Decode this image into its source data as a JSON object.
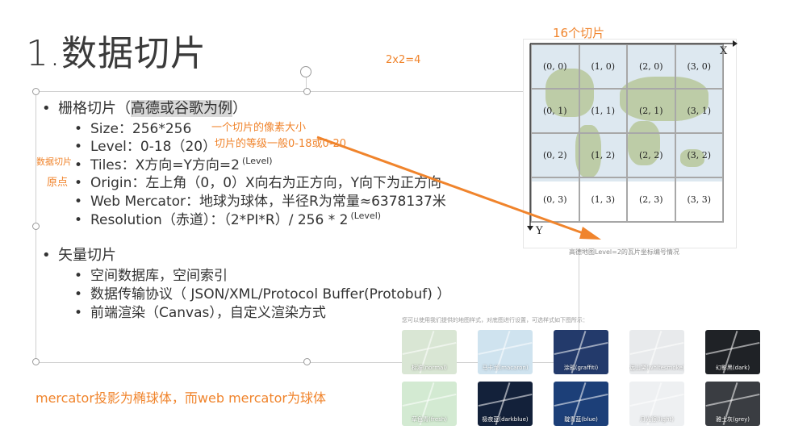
{
  "slide": {
    "title": "1.数据切片",
    "annotation_top": "2x2=4",
    "raster": {
      "heading_a": "栅格切片（",
      "heading_b": "高德或谷歌为例",
      "heading_c": "）",
      "size": "Size：256*256",
      "size_note": "一个切片的像素大小",
      "level": "Level：0-18（20）",
      "level_note": "切片的等级一般0-18或0-20",
      "tiles": "Tiles：X方向=Y方向=2",
      "tiles_sup": "(Level)",
      "tiles_side_note": "数据切片",
      "origin": "Origin：左上角（0，0）X向右为正方向，Y向下为正方向",
      "origin_side_note": "原点",
      "mercator": "Web Mercator：地球为球体，半径R为常量≈6378137米",
      "resolution": "Resolution（赤道）：（2*PI*R）/ 256 * 2",
      "resolution_sup": "(Level)"
    },
    "vector": {
      "heading": "矢量切片",
      "items": [
        "空间数据库，空间索引",
        "数据传输协议（ JSON/XML/Protocol Buffer(Protobuf) ）",
        "前端渲染（Canvas），自定义渲染方式"
      ]
    },
    "bottom_note": "mercator投影为椭球体，而web mercator为球体",
    "bullet_char": "•"
  },
  "tile_map": {
    "title": "16个切片",
    "x_label": "X",
    "y_label": "Y",
    "tiles": [
      [
        "(0, 0)",
        "(1, 0)",
        "(2, 0)",
        "(3, 0)"
      ],
      [
        "(0, 1)",
        "(1, 1)",
        "(2, 1)",
        "(3, 1)"
      ],
      [
        "(0, 2)",
        "(1, 2)",
        "(2, 2)",
        "(3, 2)"
      ],
      [
        "(0, 3)",
        "(1, 3)",
        "(2, 3)",
        "(3, 3)"
      ]
    ],
    "caption": "高德地图Level=2的瓦片坐标编号情况"
  },
  "map_styles": {
    "caption": "您可以使用我们提供的地图样式，对底图进行设置，可选样式如下图所示：",
    "row1": [
      {
        "label": "标准(normal)",
        "color": "#d9e6d4"
      },
      {
        "label": "马卡龙(macaron)",
        "color": "#cfe3ef"
      },
      {
        "label": "涂鸦(graffiti)",
        "color": "#233a6b"
      },
      {
        "label": "远山黛(whitesmoke)",
        "color": "#e8eaec"
      },
      {
        "label": "幻影黑(dark)",
        "color": "#1f2226"
      }
    ],
    "row2": [
      {
        "label": "草色青(fresh)",
        "color": "#d3ead2"
      },
      {
        "label": "极夜蓝(darkblue)",
        "color": "#13213a"
      },
      {
        "label": "靛青蓝(blue)",
        "color": "#1c3f78"
      },
      {
        "label": "月光银(light)",
        "color": "#eef0f2"
      },
      {
        "label": "雅士灰(grey)",
        "color": "#3a3d42"
      }
    ]
  },
  "colors": {
    "accent": "#f0842c",
    "red": "#e53935",
    "text": "#333333"
  }
}
